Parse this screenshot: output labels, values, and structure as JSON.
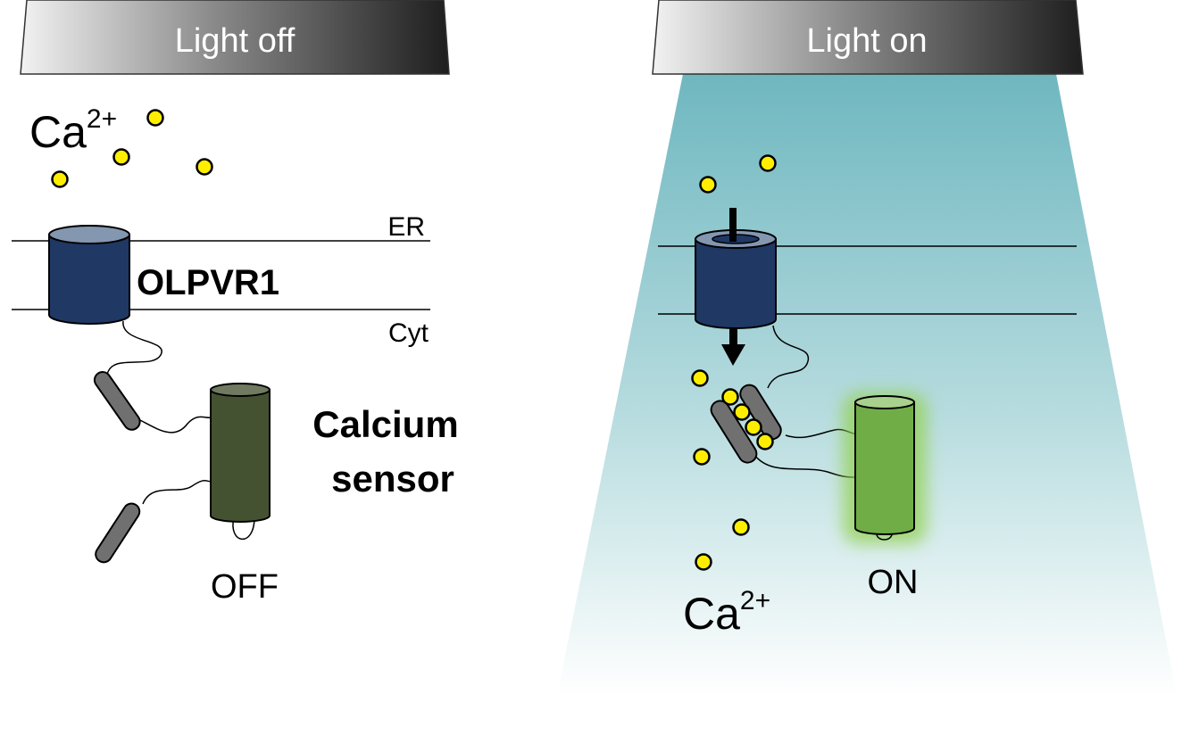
{
  "panels": {
    "off": {
      "banner": "Light off",
      "ion_label": "Ca",
      "ion_superscript": "2+",
      "membrane_top_label": "ER",
      "membrane_bottom_label": "Cyt",
      "channel_label": "OLPVR1",
      "sensor_label_line1": "Calcium",
      "sensor_label_line2": "sensor",
      "sensor_state": "OFF"
    },
    "on": {
      "banner": "Light on",
      "ion_label": "Ca",
      "ion_superscript": "2+",
      "sensor_state": "ON"
    }
  },
  "colors": {
    "channel": "#1f3864",
    "channel_top": "#8497b0",
    "sensor_off": "#445232",
    "sensor_on": "#70ad47",
    "sensor_glow": "#92d050",
    "calcium": "#ffee00",
    "light_beam": "#6fb7c0",
    "helix": "#707070"
  }
}
